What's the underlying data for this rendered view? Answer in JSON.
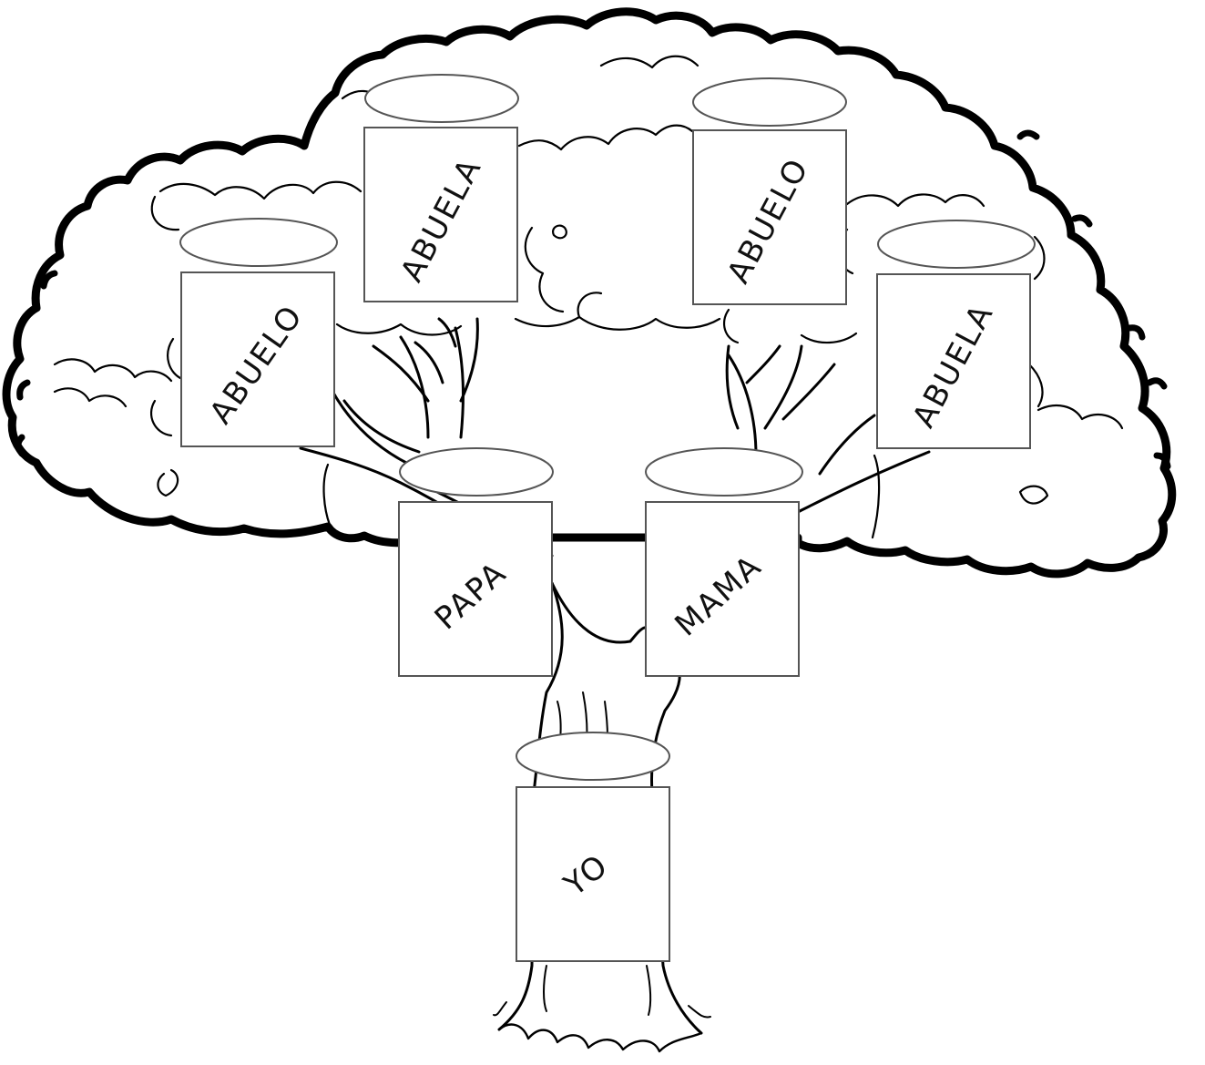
{
  "colors": {
    "line": "#000000",
    "box_border": "#555555",
    "paper": "#ffffff",
    "text": "#111111"
  },
  "diagram": {
    "type": "family-tree-worksheet",
    "members": [
      {
        "id": "abuela-paterna",
        "label": "ABUELA",
        "name": ""
      },
      {
        "id": "abuelo-materno",
        "label": "ABUELO",
        "name": ""
      },
      {
        "id": "abuelo-paterno",
        "label": "ABUELO",
        "name": ""
      },
      {
        "id": "abuela-materna",
        "label": "ABUELA",
        "name": ""
      },
      {
        "id": "papa",
        "label": "PAPA",
        "name": ""
      },
      {
        "id": "mama",
        "label": "MAMA",
        "name": ""
      },
      {
        "id": "yo",
        "label": "YO",
        "name": ""
      }
    ]
  }
}
